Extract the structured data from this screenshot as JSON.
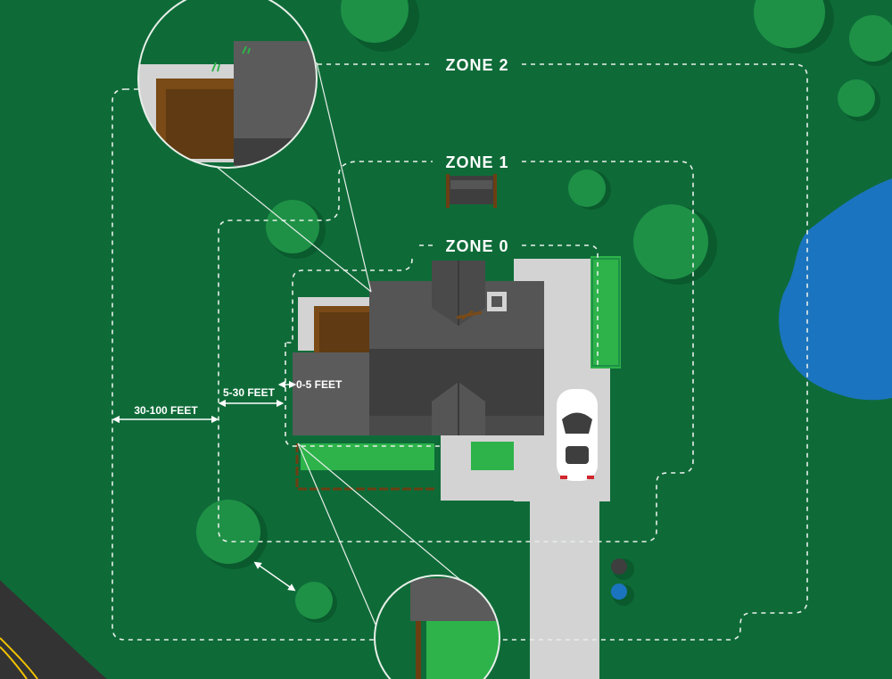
{
  "zones": {
    "zone0": "ZONE 0",
    "zone1": "ZONE 1",
    "zone2": "ZONE 2"
  },
  "distances": {
    "zone0": "0-5 FEET",
    "zone1": "5-30 FEET",
    "zone2": "30-100 FEET"
  },
  "colors": {
    "lawn": "#0e6b38",
    "tree": "#1e9146",
    "tree_shadow": "#0a5a2e",
    "roof": "#555555",
    "roof_dark": "#3e3e3e",
    "concrete": "#d3d3d3",
    "pond": "#1b74bf",
    "mulch": "#7a4a17",
    "hedge": "#2db34a",
    "road": "#333333"
  }
}
